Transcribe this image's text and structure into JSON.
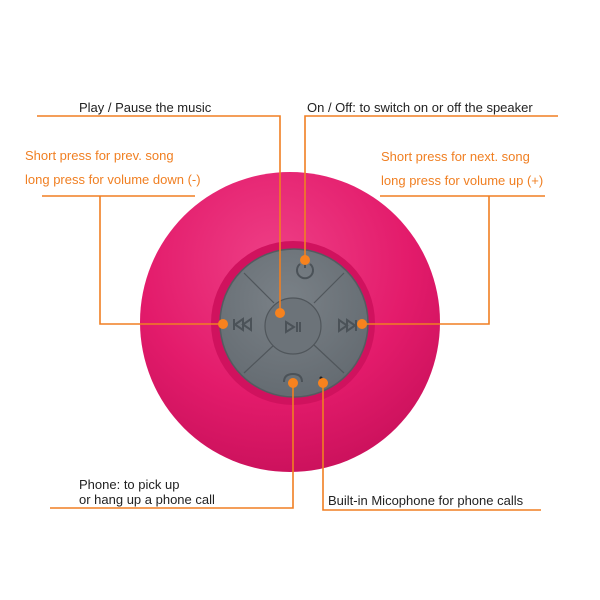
{
  "colors": {
    "speaker": "#e5196a",
    "buttons": "#6f767c",
    "callout": "#f07f22",
    "label": "#222222"
  },
  "callouts": {
    "play_pause": "Play / Pause the music",
    "power": "On / Off: to switch on or off the speaker",
    "prev_line1": "Short press for prev. song",
    "prev_line2": "long press for volume down (-)",
    "next_line1": "Short press for next. song",
    "next_line2": "long press for volume up (+)",
    "phone_line1": "Phone: to pick up",
    "phone_line2": "or hang up a phone call",
    "mic": "Built-in Micophone for phone calls"
  },
  "icons": [
    "power-icon",
    "play-pause-icon",
    "previous-icon",
    "next-icon",
    "phone-icon",
    "microphone-hole"
  ]
}
